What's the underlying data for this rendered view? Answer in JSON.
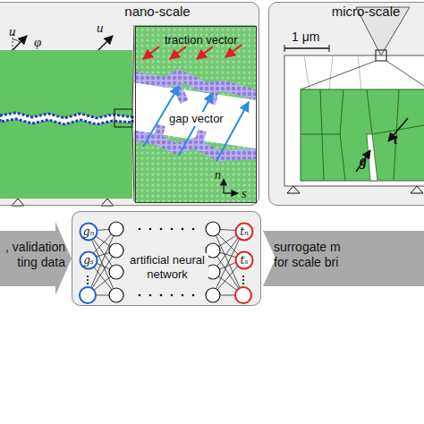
{
  "diagram": {
    "nodes": [
      {
        "text": [
          "nano-scale"
        ]
      },
      {
        "text": [
          "traction vector",
          "gap vector"
        ],
        "in": 0
      },
      {
        "text": [
          "micro-scale"
        ]
      },
      {
        "text": [
          ", validation ting data"
        ]
      },
      {
        "text": [
          "artificial neural network"
        ]
      },
      {
        "text": [
          "gₙ"
        ],
        "in": 4
      },
      {
        "text": [
          "gₛ"
        ],
        "in": 4
      },
      {
        "text": [
          "tₙ"
        ],
        "in": 4
      },
      {
        "text": [
          "tₛ"
        ],
        "in": 4
      },
      {
        "text": [
          "surrogate m for scale bri"
        ]
      }
    ],
    "labels": [
      "u",
      "φ",
      "u",
      "n",
      "s",
      "1 μm",
      "t",
      "g"
    ]
  }
}
